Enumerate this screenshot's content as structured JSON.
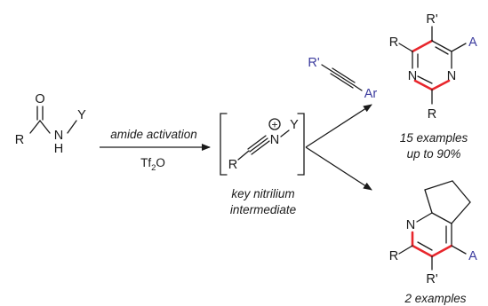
{
  "reactant": {
    "o": "O",
    "r": "R",
    "n": "N",
    "h": "H",
    "y": "Y"
  },
  "conditions": {
    "above": "amide activation",
    "reagent_main": "Tf",
    "reagent_sub": "2",
    "reagent_tail": "O"
  },
  "intermediate": {
    "r": "R",
    "n": "N",
    "charge": "+",
    "y": "Y",
    "caption_line1": "key nitrilium",
    "caption_line2": "intermediate"
  },
  "alkyne": {
    "r_prime": "R'",
    "ar": "Ar"
  },
  "pyrimidine": {
    "r_prime": "R'",
    "r_left": "R",
    "a": "A",
    "n_left": "N",
    "n_right": "N",
    "r_bottom": "R",
    "caption_line1": "15 examples",
    "caption_line2": "up to 90%"
  },
  "pyridine": {
    "n": "N",
    "r": "R",
    "a": "A",
    "r_prime": "R'",
    "caption": "2 examples"
  },
  "colors": {
    "bold_bond": "#e8262c",
    "alkyne_label": "#3b3b9e",
    "ink": "#1a1a1a"
  }
}
